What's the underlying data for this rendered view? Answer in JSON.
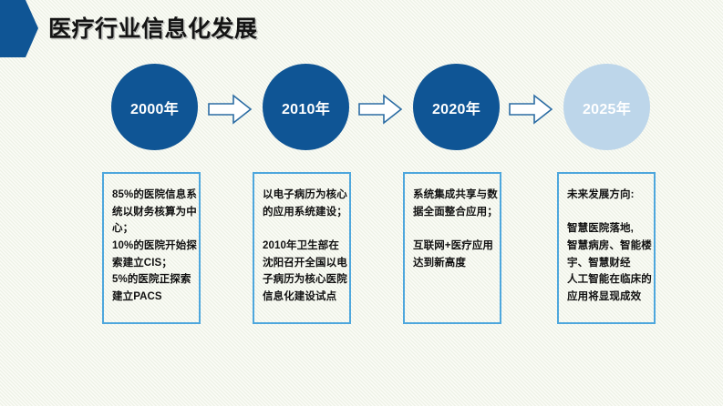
{
  "slide": {
    "title": "医疗行业信息化发展",
    "colors": {
      "brand_dark_blue": "#0f5595",
      "light_blue_circle": "#bdd6ea",
      "box_border": "#4ea7dd",
      "background": "#fbfcf7",
      "title_text": "#141414"
    }
  },
  "timeline": {
    "nodes": [
      {
        "label": "2000年",
        "style": "dark"
      },
      {
        "label": "2010年",
        "style": "dark"
      },
      {
        "label": "2020年",
        "style": "dark"
      },
      {
        "label": "2025年",
        "style": "light"
      }
    ],
    "connectors": [
      {
        "icon": "right-arrow-icon"
      },
      {
        "icon": "right-arrow-icon"
      },
      {
        "icon": "right-arrow-icon"
      }
    ]
  },
  "boxes": [
    {
      "id": "box-2000",
      "lines": [
        "85%的医院信息系",
        "统以财务核算为中",
        "心；",
        "10%的医院开始探",
        "索建立CIS；",
        "5%的医院正探索",
        "建立PACS"
      ]
    },
    {
      "id": "box-2010",
      "lines": [
        "以电子病历为核心",
        "的应用系统建设；",
        "",
        "2010年卫生部在",
        "沈阳召开全国以电",
        "子病历为核心医院",
        "信息化建设试点"
      ]
    },
    {
      "id": "box-2020",
      "lines": [
        "系统集成共享与数",
        "据全面整合应用；",
        "",
        "互联网+医疗应用",
        "达到新高度"
      ]
    },
    {
      "id": "box-2025",
      "lines": [
        "未来发展方向:",
        "",
        "智慧医院落地,",
        "智慧病房、智能楼",
        "宇、智慧财经",
        "人工智能在临床的",
        "应用将显现成效"
      ]
    }
  ]
}
